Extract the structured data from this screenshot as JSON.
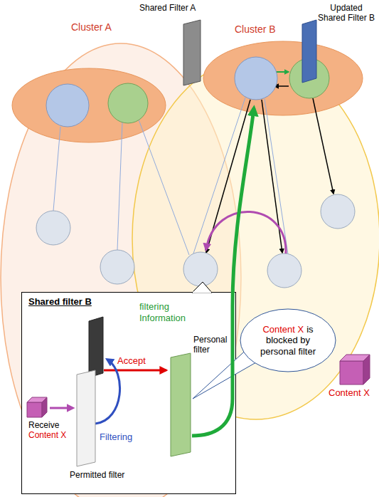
{
  "diagram": {
    "nodes": [
      {
        "text": [
          "Cluster A"
        ]
      },
      {
        "text": [
          "Cluster B"
        ]
      },
      {
        "text": [
          "Shared Filter A"
        ]
      },
      {
        "text": [
          "Updated Shared Filter B"
        ]
      },
      {
        "text": [
          "Content X"
        ]
      },
      {
        "text": [
          "Shared filter B"
        ]
      },
      {
        "text": [
          "Permitted filter"
        ],
        "in": 5
      },
      {
        "text": [
          "Personal filter"
        ],
        "in": 5
      },
      {
        "text": [
          "Content X",
          "is blocked by personal filter"
        ]
      }
    ],
    "labels": [
      "filtering Information",
      "Accept",
      "Filtering",
      "Receive",
      "Content X"
    ]
  }
}
